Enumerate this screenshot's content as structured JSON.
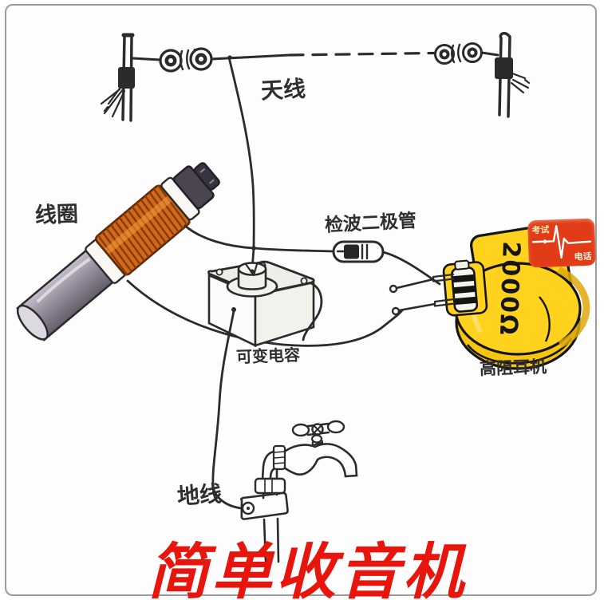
{
  "title": {
    "text": "简单收音机"
  },
  "labels": {
    "antenna": "天线",
    "coil": "线圈",
    "detector_diode": "检波二极管",
    "variable_capacitor": "可变电容",
    "high_impedance_earphone": "高阻耳机",
    "ground_wire": "地线"
  },
  "earphone": {
    "impedance_marking": "2000Ω"
  },
  "watermark": {
    "top_text": "考试",
    "bottom_text": "电话"
  },
  "colors": {
    "title_red": "#e8150d",
    "sketch_ink": "#2b2b2b",
    "coil_copper": "#cf6a1c",
    "earphone_yellow": "#ffd21e",
    "watermark_red": "#e23b17",
    "frame_gray": "#9b9b9b"
  }
}
